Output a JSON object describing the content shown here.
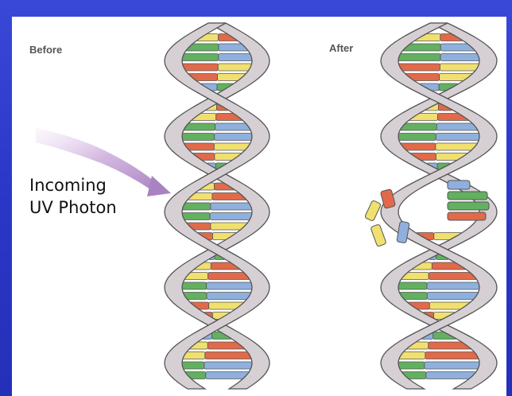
{
  "labels": {
    "before": "Before",
    "after": "After",
    "photon_line1": "Incoming",
    "photon_line2": "UV Photon"
  },
  "colors": {
    "background": "#2b38c8",
    "panel": "#ffffff",
    "backbone_fill": "#d6d0d4",
    "backbone_stroke": "#555555",
    "photon": "#c9a6d9",
    "base_red": "#e06a4a",
    "base_green": "#62b060",
    "base_yellow": "#f0e070",
    "base_blue": "#8fb0dd"
  },
  "icons": [
    "dna-double-helix",
    "uv-photon-arrow"
  ]
}
